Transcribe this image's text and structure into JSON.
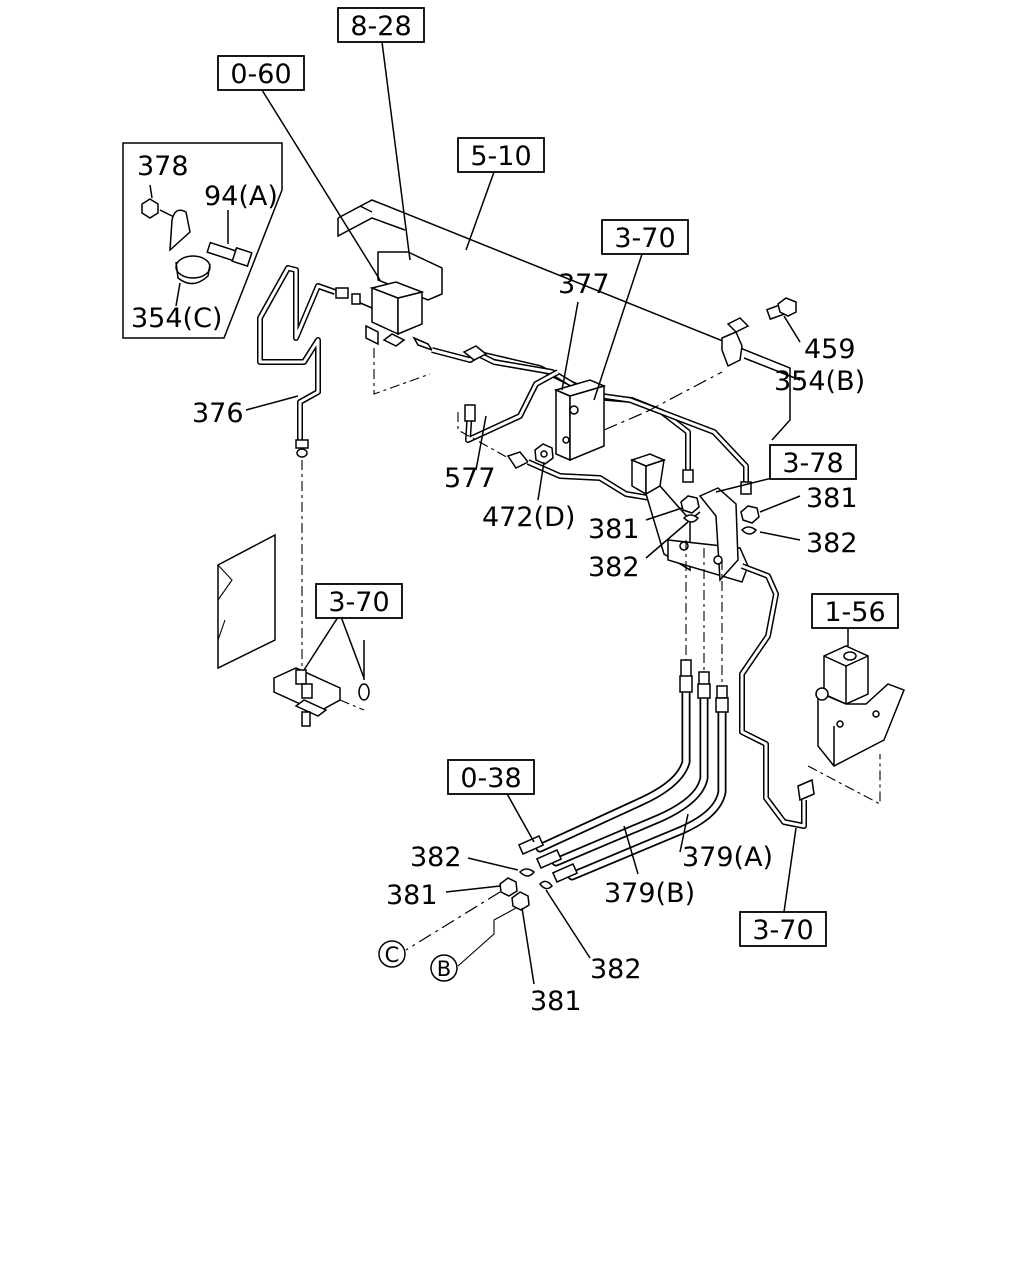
{
  "refs": [
    {
      "id": "ref-8-28",
      "text": "8-28"
    },
    {
      "id": "ref-0-60",
      "text": "0-60"
    },
    {
      "id": "ref-5-10",
      "text": "5-10"
    },
    {
      "id": "ref-3-70-top",
      "text": "3-70"
    },
    {
      "id": "ref-3-78",
      "text": "3-78"
    },
    {
      "id": "ref-3-70-left",
      "text": "3-70"
    },
    {
      "id": "ref-1-56",
      "text": "1-56"
    },
    {
      "id": "ref-0-38",
      "text": "0-38"
    },
    {
      "id": "ref-3-70-bottom",
      "text": "3-70"
    }
  ],
  "parts": [
    {
      "id": "part-378",
      "text": "378"
    },
    {
      "id": "part-94a",
      "text": "94(A)"
    },
    {
      "id": "part-354c",
      "text": "354(C)"
    },
    {
      "id": "part-377",
      "text": "377"
    },
    {
      "id": "part-459",
      "text": "459"
    },
    {
      "id": "part-354b",
      "text": "354(B)"
    },
    {
      "id": "part-376",
      "text": "376"
    },
    {
      "id": "part-577",
      "text": "577"
    },
    {
      "id": "part-472d",
      "text": "472(D)"
    },
    {
      "id": "part-381-a",
      "text": "381"
    },
    {
      "id": "part-381-b",
      "text": "381"
    },
    {
      "id": "part-382-a",
      "text": "382"
    },
    {
      "id": "part-382-b",
      "text": "382"
    },
    {
      "id": "part-382-c",
      "text": "382"
    },
    {
      "id": "part-379a",
      "text": "379(A)"
    },
    {
      "id": "part-379b",
      "text": "379(B)"
    },
    {
      "id": "part-381-c",
      "text": "381"
    },
    {
      "id": "part-382-d",
      "text": "382"
    },
    {
      "id": "part-381-d",
      "text": "381"
    }
  ],
  "circled_markers": [
    {
      "id": "marker-c",
      "text": "C"
    },
    {
      "id": "marker-b",
      "text": "B"
    }
  ]
}
